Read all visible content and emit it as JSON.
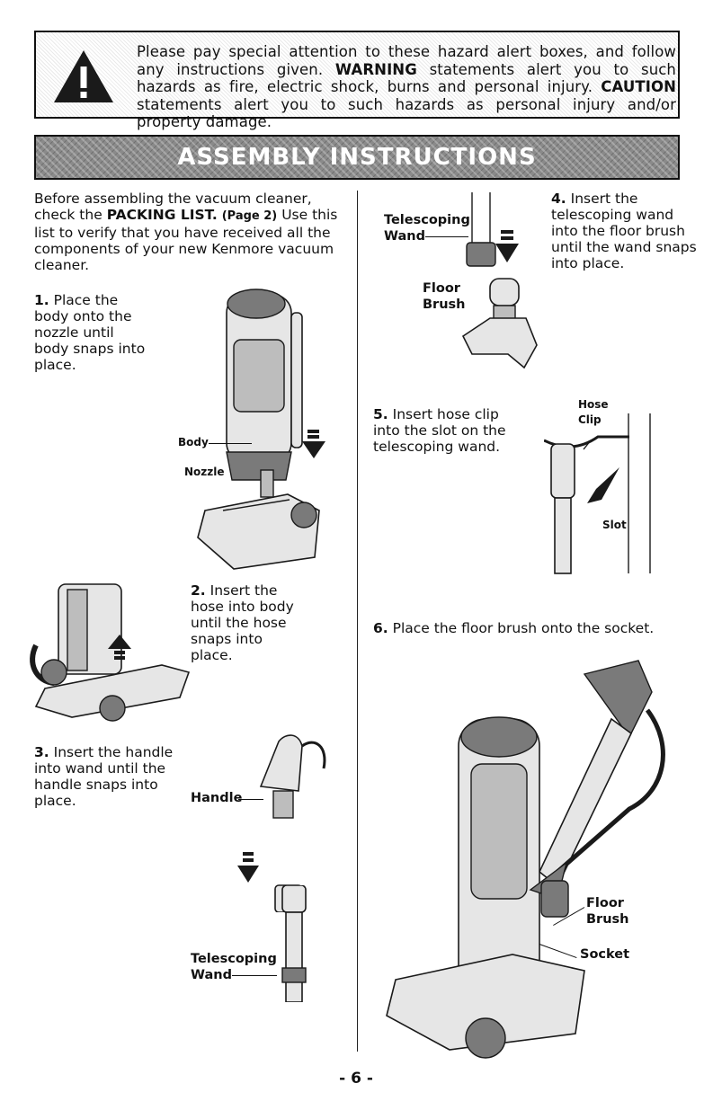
{
  "warning": {
    "p1": "Please pay special attention to these hazard alert boxes, and follow any instructions given.",
    "warning_word": "WARNING",
    "p2": "statements alert you to such hazards as fire, electric shock, burns and personal injury.",
    "caution_word": "CAUTION",
    "p3": "statements alert you to such hazards as personal injury and/or property damage."
  },
  "banner": {
    "title": "ASSEMBLY INSTRUCTIONS"
  },
  "intro": {
    "t1": "Before assembling the vacuum cleaner, check the",
    "packing": "PACKING LIST.",
    "page_ref": "(Page 2)",
    "t2": "Use this list to verify that you have received all the components of your new Kenmore vacuum cleaner."
  },
  "steps": [
    {
      "num": "1.",
      "text": "Place the body onto the nozzle until body snaps into place."
    },
    {
      "num": "2.",
      "text": "Insert the hose into body until the hose snaps into place."
    },
    {
      "num": "3.",
      "text": "Insert the handle into wand until the handle snaps into place."
    },
    {
      "num": "4.",
      "text": "Insert the telescoping wand into the floor brush until the wand snaps into place."
    },
    {
      "num": "5.",
      "text": "Insert hose clip into the slot on the telescoping wand."
    },
    {
      "num": "6.",
      "text": "Place the floor brush onto the socket."
    }
  ],
  "labels": {
    "body": "Body",
    "nozzle": "Nozzle",
    "handle": "Handle",
    "tw3_line1": "Telescoping",
    "tw3_line2": "Wand",
    "tw4_line1": "Telescoping",
    "tw4_line2": "Wand",
    "fb4_line1": "Floor",
    "fb4_line2": "Brush",
    "hose_clip_line1": "Hose",
    "hose_clip_line2": "Clip",
    "slot": "Slot",
    "fb6_line1": "Floor",
    "fb6_line2": "Brush",
    "socket": "Socket"
  },
  "footer": {
    "page": "- 6 -"
  }
}
